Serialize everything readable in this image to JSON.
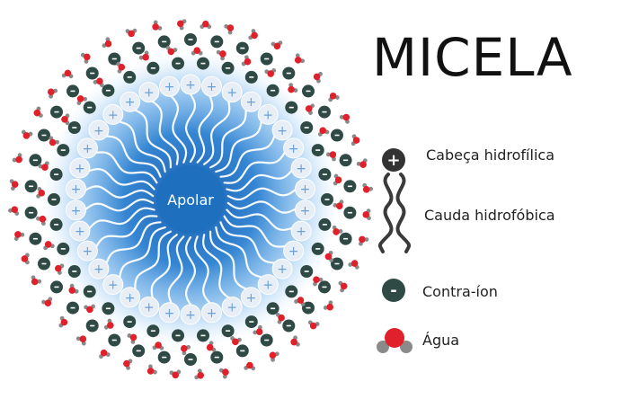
{
  "title": "MICELA",
  "center_label": "Apolar",
  "legend": {
    "head": "Cabeça hidrofílica",
    "tail": "Cauda hidrofóbica",
    "counter_ion": "Contra-íon",
    "water": "Água"
  },
  "symbols": {
    "head_sign": "+",
    "ion_sign": "-"
  },
  "colors": {
    "core": "#1f6fbf",
    "glow": "#3a8fe0",
    "head_fill": "#e8eef5",
    "head_sign": "#6aa0d8",
    "counter_ion": "#2f4a45",
    "water_oxygen": "#e0202a",
    "water_hydrogen": "#8a8a8a",
    "tail_stroke": "#ffffff",
    "legend_tail": "#3a3a3a"
  },
  "icons": {
    "head": "positive-head-icon",
    "tail": "wavy-tail-icon",
    "counter_ion": "minus-ion-icon",
    "water": "water-molecule-icon"
  }
}
